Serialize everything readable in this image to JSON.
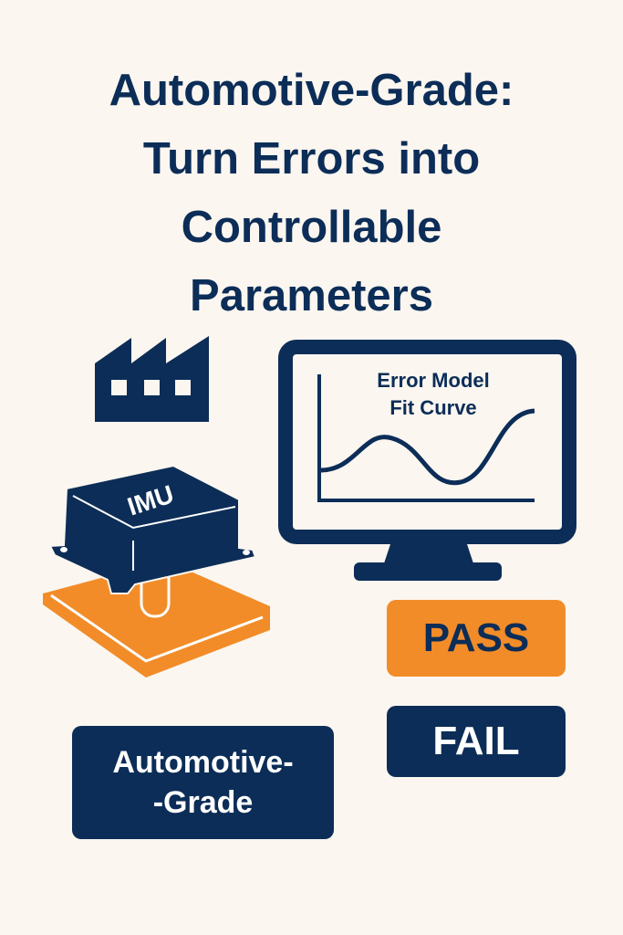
{
  "title": {
    "lines": [
      "Automotive-Grade:",
      "Turn Errors into",
      "Controllable",
      "Parameters"
    ]
  },
  "monitor": {
    "chart_title_lines": [
      "Error Model",
      "Fit Curve"
    ]
  },
  "imu": {
    "label": "IMU"
  },
  "badges": {
    "pass": "PASS",
    "fail": "FAIL",
    "grade_lines": [
      "Automotive-",
      "-Grade"
    ]
  },
  "colors": {
    "navy": "#0c2d57",
    "orange": "#f28c28",
    "background": "#fbf6f0"
  }
}
